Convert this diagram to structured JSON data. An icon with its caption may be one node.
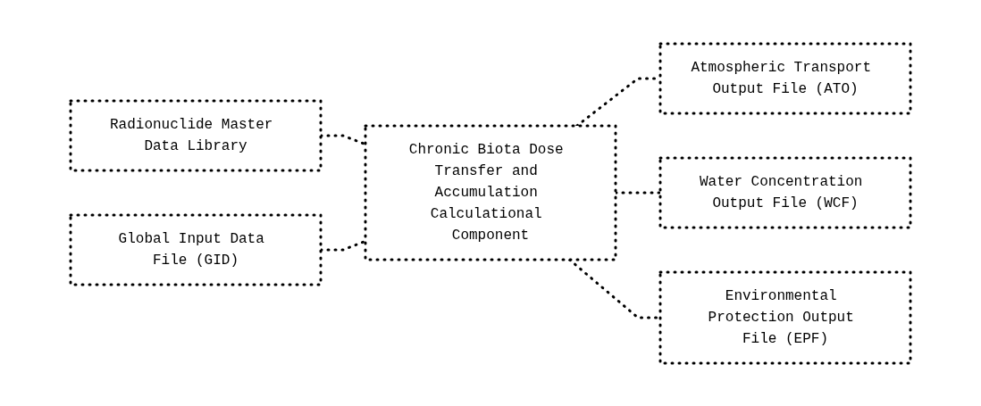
{
  "diagram": {
    "nodes": [
      {
        "text": [
          "Radionuclide Master Data Library"
        ]
      },
      {
        "text": [
          "Global Input Data File (GID)"
        ]
      },
      {
        "text": [
          "Chronic Biota Dose Transfer and Accumulation Calculational Component"
        ]
      },
      {
        "text": [
          "Atmospheric Transport Output File (ATO)"
        ]
      },
      {
        "text": [
          "Water Concentration Output File (WCF)"
        ]
      },
      {
        "text": [
          "Environmental Protection Output File (EPF)"
        ]
      }
    ],
    "edges": [
      {
        "from": 0,
        "to": 2,
        "arrow": "none"
      },
      {
        "from": 1,
        "to": 2,
        "arrow": "none"
      },
      {
        "from": 2,
        "to": 3,
        "arrow": "none"
      },
      {
        "from": 2,
        "to": 4,
        "arrow": "none"
      },
      {
        "from": 2,
        "to": 5,
        "arrow": "none"
      }
    ]
  }
}
